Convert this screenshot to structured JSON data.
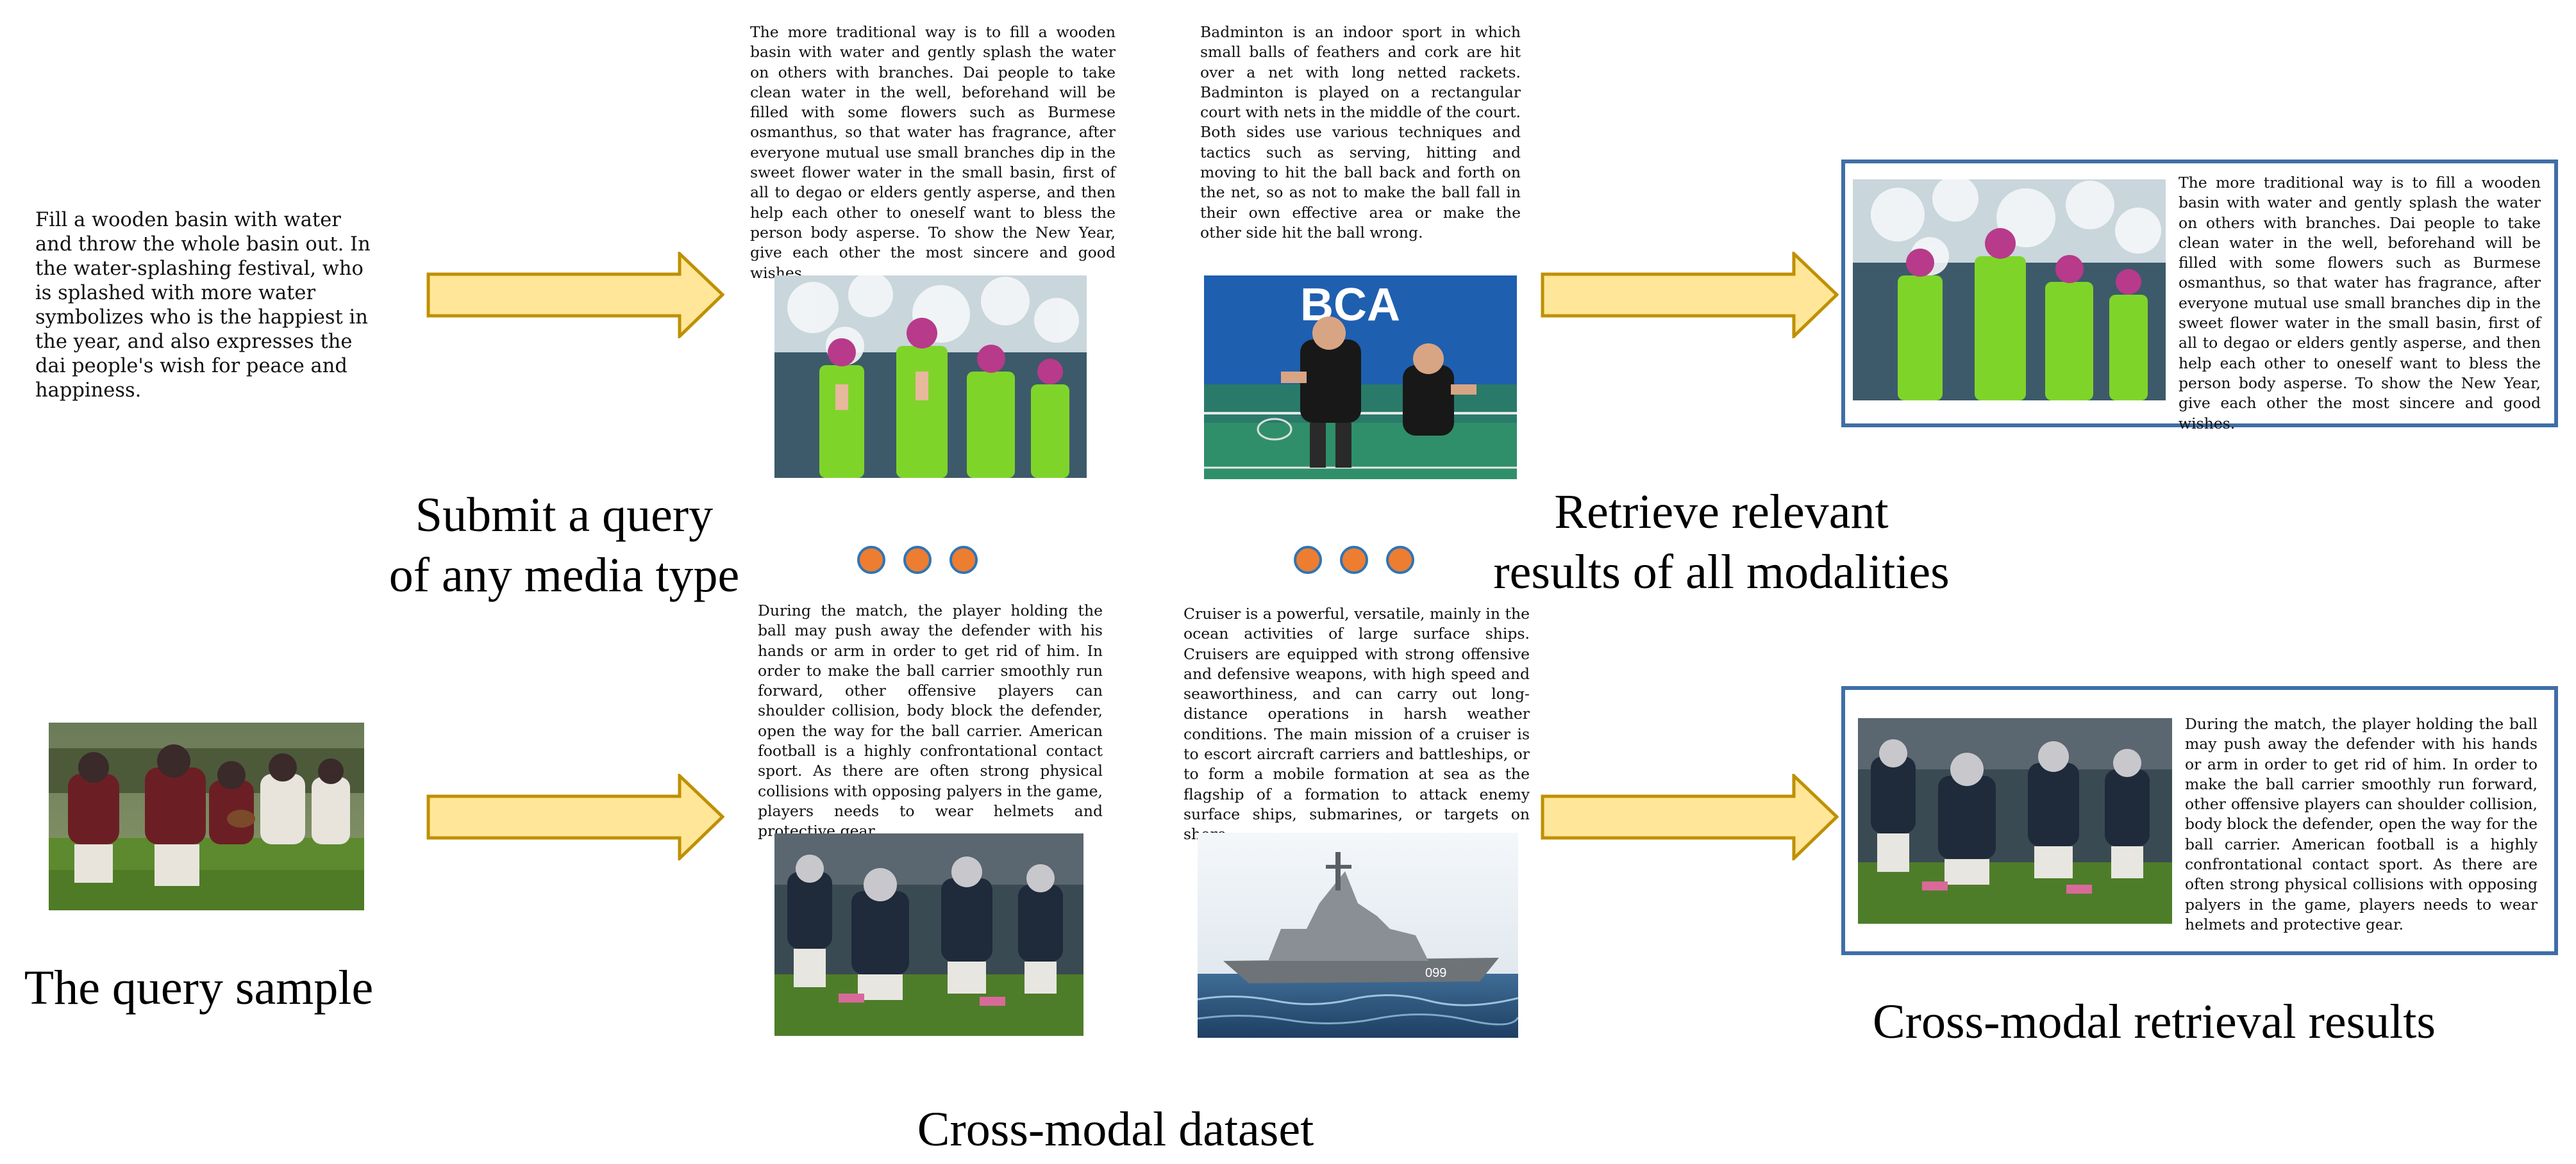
{
  "query_text": "Fill a wooden basin with water and throw the whole basin out. In the water-splashing festival, who is splashed with more water symbolizes who is the happiest in the year, and also expresses the dai people's wish for peace and happiness.",
  "labels": {
    "submit_line1": "Submit a query",
    "submit_line2": "of any media type",
    "retrieve_line1": "Retrieve relevant",
    "retrieve_line2": "results of all modalities",
    "query_sample": "The query sample",
    "dataset": "Cross-modal dataset",
    "results": "Cross-modal retrieval results"
  },
  "dataset_texts": {
    "water_festival": "The more traditional way is to fill a wooden basin with water and gently splash the water on others with branches. Dai people to take clean water in the well, beforehand will be filled with some flowers such as Burmese osmanthus, so that water has fragrance, after everyone mutual use small branches dip in the sweet flower water in the small basin, first of all to degao or elders gently asperse, and then help each other to oneself want to bless the person body asperse. To show the New Year, give each other the most sincere and good wishes.",
    "badminton": "Badminton is an indoor sport in which small balls of feathers and cork are hit over a net with long netted rackets. Badminton is played on a rectangular court with nets in the middle of the court. Both sides use various techniques and tactics such as serving, hitting and moving to hit the ball back and forth on the net, so as not to make the ball fall in their own effective area or make the other side hit the ball wrong.",
    "football": "During the match, the player holding the ball may push away the defender with his hands or arm in order to get rid of him. In order to make the ball carrier smoothly run forward, other offensive players can shoulder collision, body block the defender, open the way for the ball carrier. American football is a highly confrontational contact sport. As there are often strong physical collisions with opposing palyers in the game, players needs to wear helmets and protective gear.",
    "cruiser": "Cruiser is a powerful, versatile, mainly in the ocean activities of large surface ships. Cruisers are equipped with strong offensive and defensive weapons, with high speed and seaworthiness, and can carry out long-distance operations in harsh weather conditions. The main mission of a cruiser is to escort aircraft carriers and battleships, or to form a mobile formation at sea as the flagship of a formation to attack enemy surface ships, submarines, or targets on shore."
  },
  "result_texts": {
    "water_festival": "The more traditional way is to fill a wooden basin with water and gently splash the water on others with branches. Dai people to take clean water in the well, beforehand will be filled with some flowers such as Burmese osmanthus, so that water has fragrance, after everyone mutual use small branches dip in the sweet flower water in the small basin, first of all to degao or elders gently asperse, and then help each other to oneself want to bless the person body asperse. To show the New Year, give each other the most sincere and good wishes.",
    "football": "During the match, the player holding the ball may push away the defender with his hands or arm in order to get rid of him. In order to make the ball carrier smoothly run forward, other offensive players can shoulder collision, body block the defender, open the way for the ball carrier. American football is a highly confrontational contact sport. As there are often strong physical collisions with opposing palyers in the game, players needs to wear helmets and protective gear."
  },
  "photo_banner_text": "BCA",
  "ship_hull_number": "099",
  "colors": {
    "arrow_fill": "#ffe699",
    "arrow_stroke": "#bf9000",
    "dot_fill": "#ed7d31",
    "dot_border": "#2e75b6",
    "frame_border": "#3f6ea6"
  }
}
